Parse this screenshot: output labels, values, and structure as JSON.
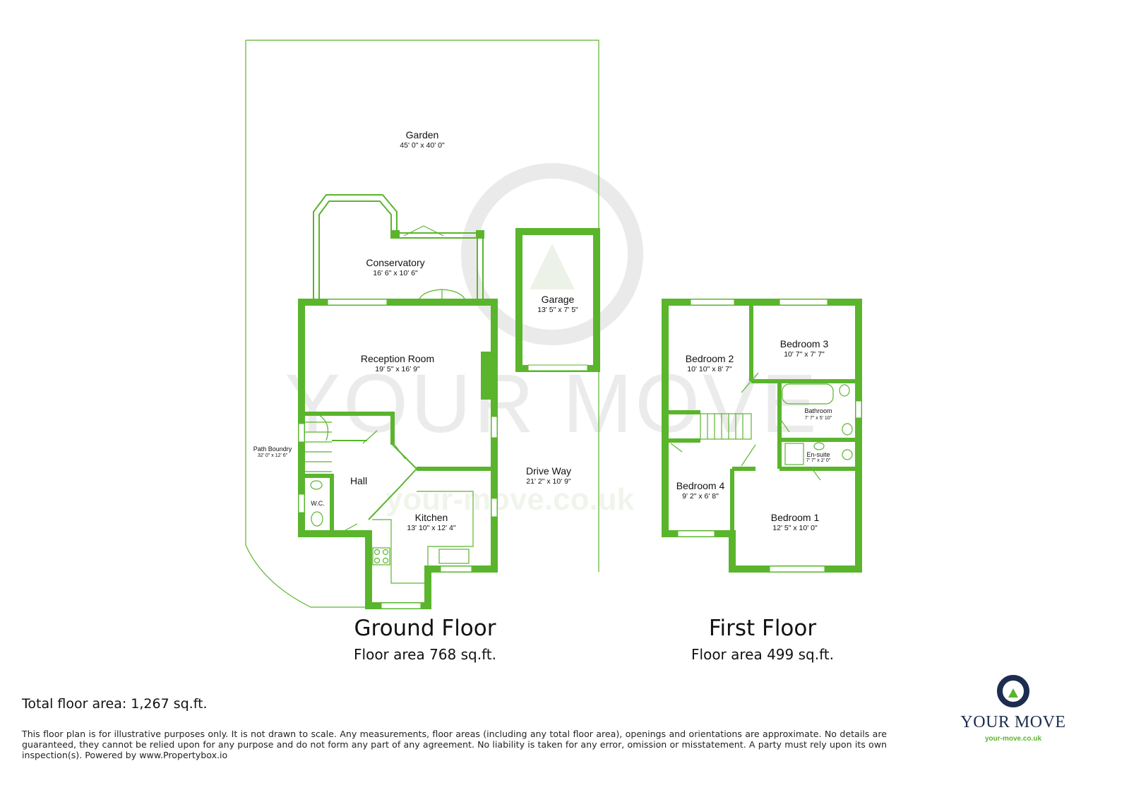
{
  "watermark": {
    "text": "YOUR MOVE",
    "url": "your-move.co.uk"
  },
  "ground_floor": {
    "title": "Ground Floor",
    "area": "Floor area 768 sq.ft.",
    "rooms": {
      "garden": {
        "name": "Garden",
        "dims": "45' 0\" x 40' 0\""
      },
      "conservatory": {
        "name": "Conservatory",
        "dims": "16' 6\" x 10' 6\""
      },
      "garage": {
        "name": "Garage",
        "dims": "13' 5\" x 7' 5\""
      },
      "reception": {
        "name": "Reception Room",
        "dims": "19' 5\" x 16' 9\""
      },
      "path": {
        "name": "Path Boundry",
        "dims": "32' 0\" x 12' 6\""
      },
      "driveway": {
        "name": "Drive Way",
        "dims": "21' 2\" x 10' 9\""
      },
      "hall": {
        "name": "Hall"
      },
      "wc": {
        "name": "W.C."
      },
      "kitchen": {
        "name": "Kitchen",
        "dims": "13' 10\" x 12' 4\""
      }
    }
  },
  "first_floor": {
    "title": "First Floor",
    "area": "Floor area 499 sq.ft.",
    "rooms": {
      "bedroom2": {
        "name": "Bedroom 2",
        "dims": "10' 10\" x 8' 7\""
      },
      "bedroom3": {
        "name": "Bedroom 3",
        "dims": "10' 7\" x 7' 7\""
      },
      "bathroom": {
        "name": "Bathroom",
        "dims": "7' 7\" x 5' 10\""
      },
      "ensuite": {
        "name": "En-suite",
        "dims": "7' 7\" x 2' 0\""
      },
      "bedroom4": {
        "name": "Bedroom 4",
        "dims": "9' 2\" x 6' 8\""
      },
      "bedroom1": {
        "name": "Bedroom 1",
        "dims": "12' 5\" x 10' 0\""
      }
    }
  },
  "total_area": "Total floor area: 1,267 sq.ft.",
  "disclaimer": "This floor plan is for illustrative purposes only. It is not drawn to scale. Any measurements, floor areas (including any total floor area), openings and orientations are approximate. No details are guaranteed, they cannot be relied upon for any purpose and do not form any part of any agreement. No liability is taken for any error, omission or misstatement. A party must rely upon its own inspection(s). Powered by www.Propertybox.io",
  "logo": {
    "name": "YOUR MOVE",
    "url": "your-move.co.uk"
  },
  "colors": {
    "wall": "#5ab52d",
    "brand_navy": "#1d2d4f",
    "watermark": "#e6e6e6"
  }
}
